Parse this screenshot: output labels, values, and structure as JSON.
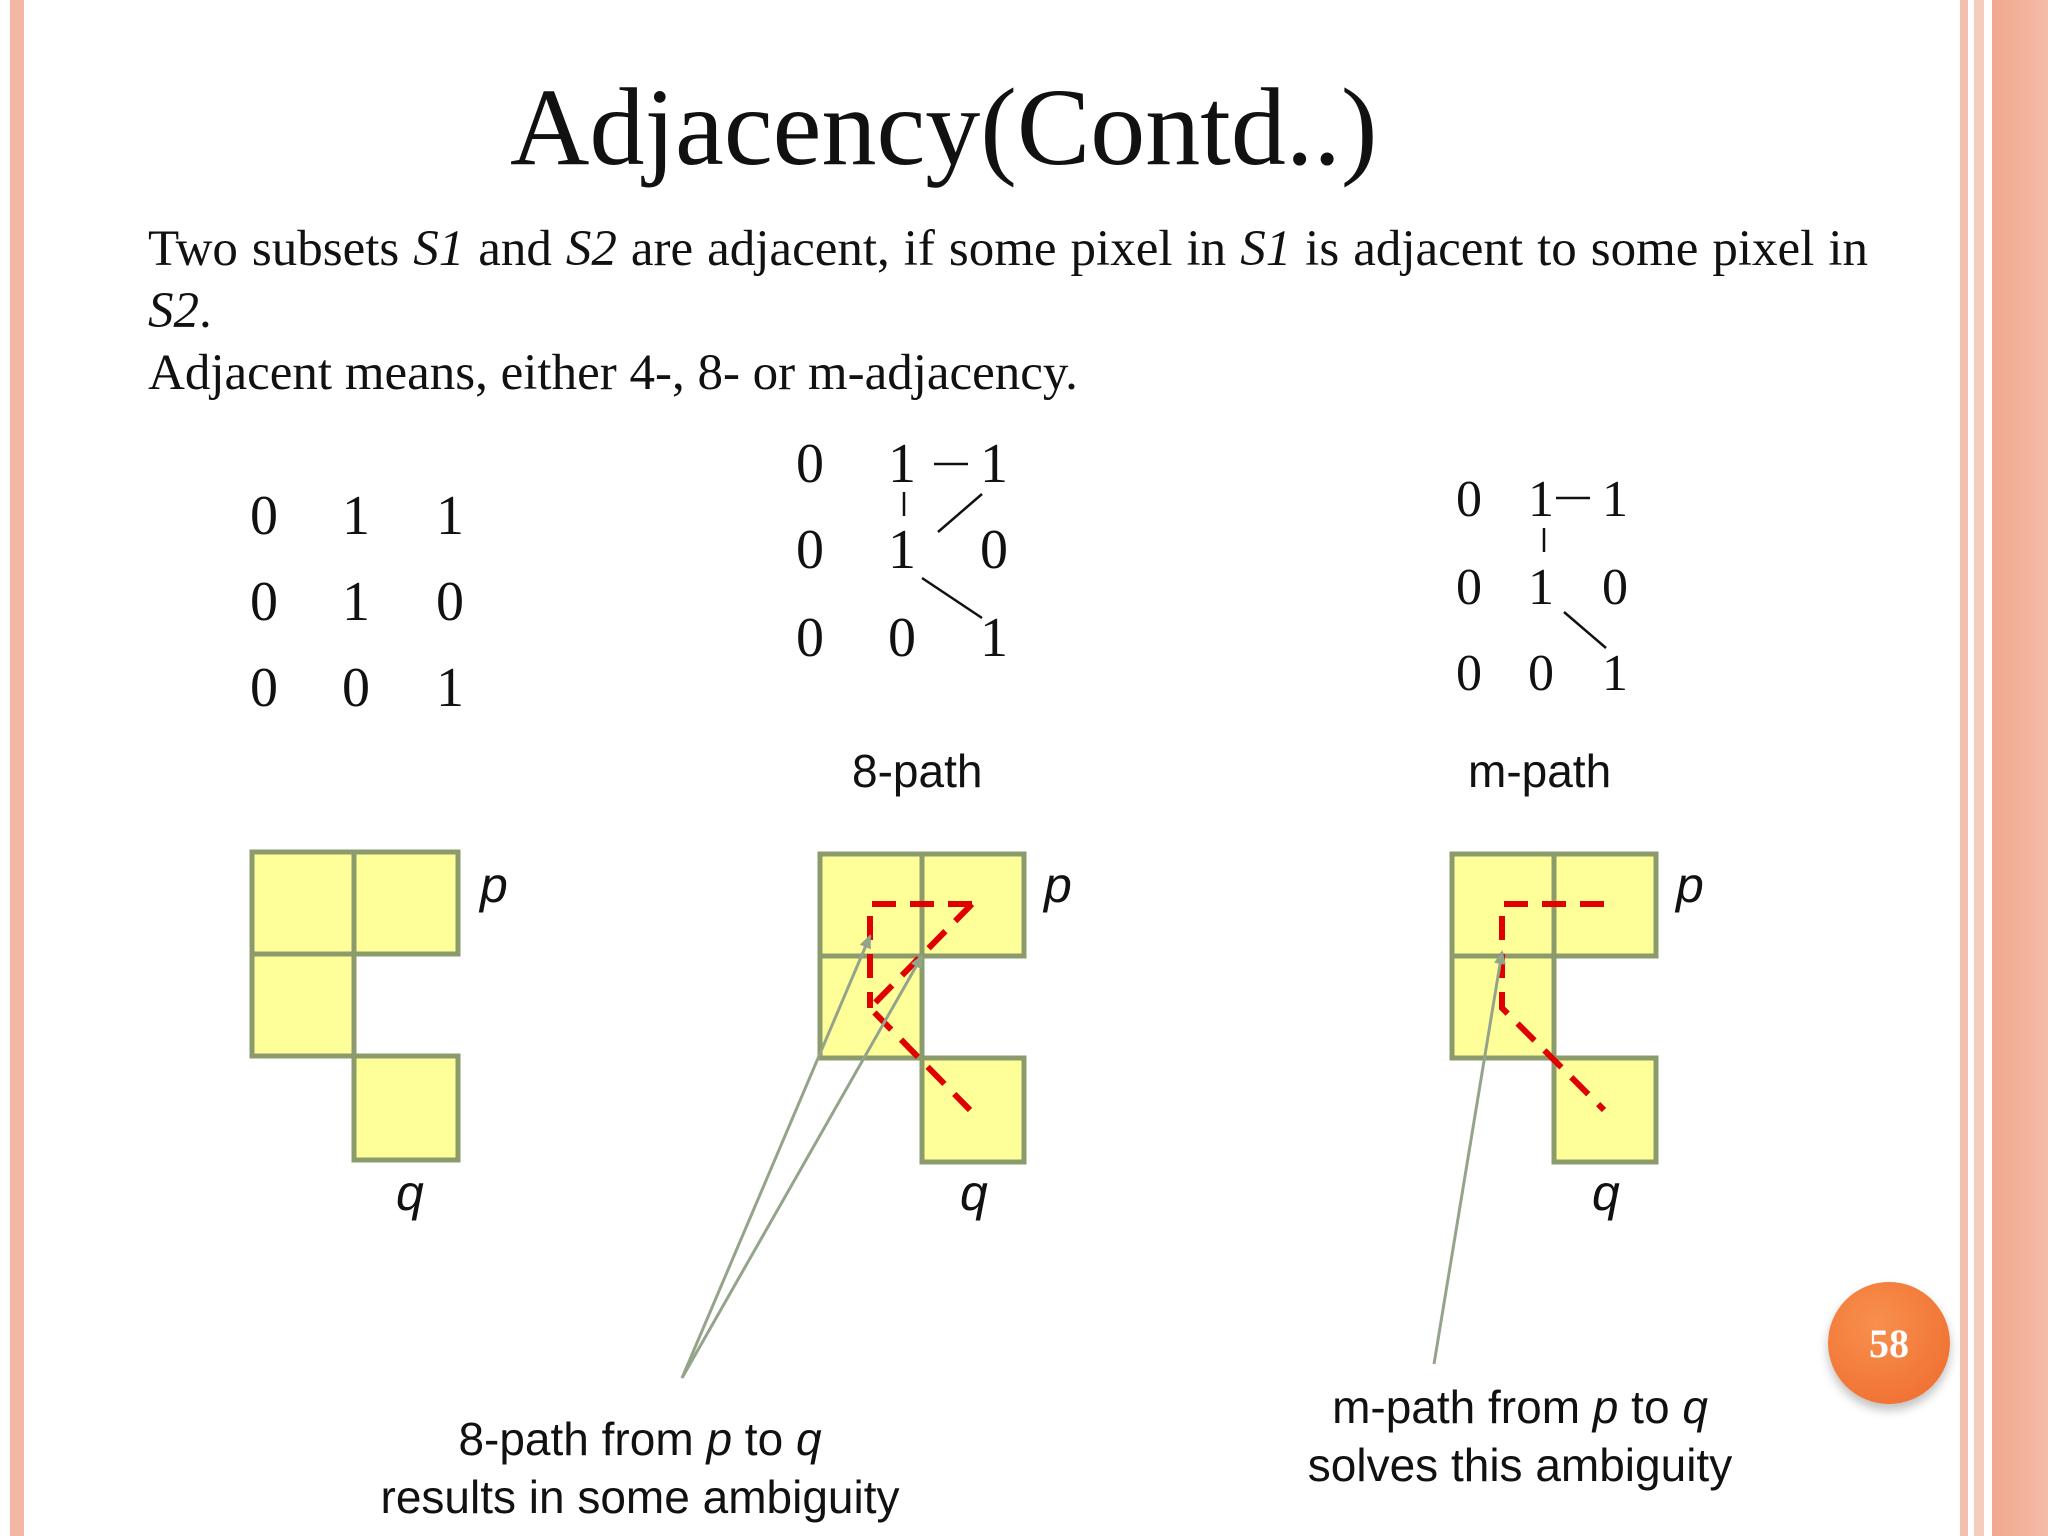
{
  "slide": {
    "title": "Adjacency(Contd..)",
    "paragraph1": {
      "p1": "Two subsets ",
      "s1": "S1",
      "p2": " and ",
      "s2": "S2",
      "p3": " are adjacent, if some pixel in ",
      "s3": "S1",
      "p4": " is adjacent to some pixel in ",
      "s4": "S2",
      "p5": "."
    },
    "paragraph2": "Adjacent means, either 4-, 8- or m-adjacency.",
    "matrices": [
      [
        "0",
        "1",
        "1",
        "0",
        "1",
        "0",
        "0",
        "0",
        "1"
      ],
      [
        "0",
        "1",
        "1",
        "0",
        "1",
        "0",
        "0",
        "0",
        "1"
      ],
      [
        "0",
        "1",
        "1",
        "0",
        "1",
        "0",
        "0",
        "0",
        "1"
      ]
    ],
    "caption_8path": "8-path",
    "caption_mpath": "m-path",
    "label_p": "p",
    "label_q": "q",
    "note_8": {
      "l1a": "8-path from ",
      "p": "p",
      "to": " to ",
      "q": "q",
      "l2": "results in some ambiguity"
    },
    "note_m": {
      "l1a": "m-path from ",
      "p": "p",
      "to": " to ",
      "q": "q",
      "l2": "solves this ambiguity"
    },
    "page_number": "58"
  },
  "colors": {
    "cell_fill": "#ffff99",
    "cell_stroke": "#8c9b6b",
    "path_red": "#e00000",
    "arrow": "#94a48a",
    "border_pink": "#f3b7a4",
    "badge": "#f47c3c"
  }
}
